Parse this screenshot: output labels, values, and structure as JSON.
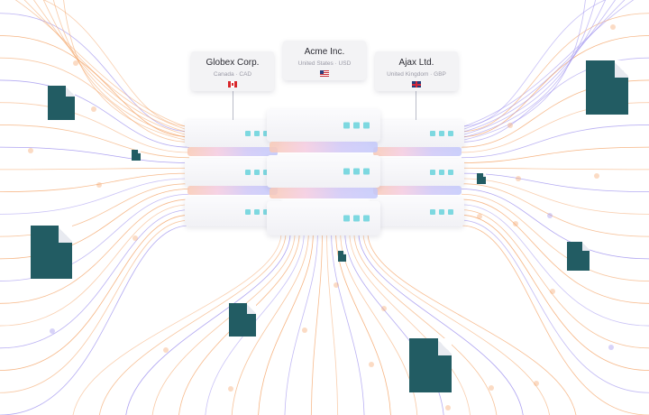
{
  "entities": {
    "globex": {
      "name": "Globex Corp.",
      "meta": "Canada · CAD",
      "flag": "flag-canada"
    },
    "acme": {
      "name": "Acme Inc.",
      "meta": "United States · USD",
      "flag": "flag-united-states"
    },
    "ajax": {
      "name": "Ajax Ltd.",
      "meta": "United Kingdom · GBP",
      "flag": "flag-united-kingdom"
    }
  },
  "colors": {
    "orange_line": "#f4a66b",
    "purple_line": "#9d90ee",
    "document": "#225c63",
    "led": "#7dd8e0"
  }
}
